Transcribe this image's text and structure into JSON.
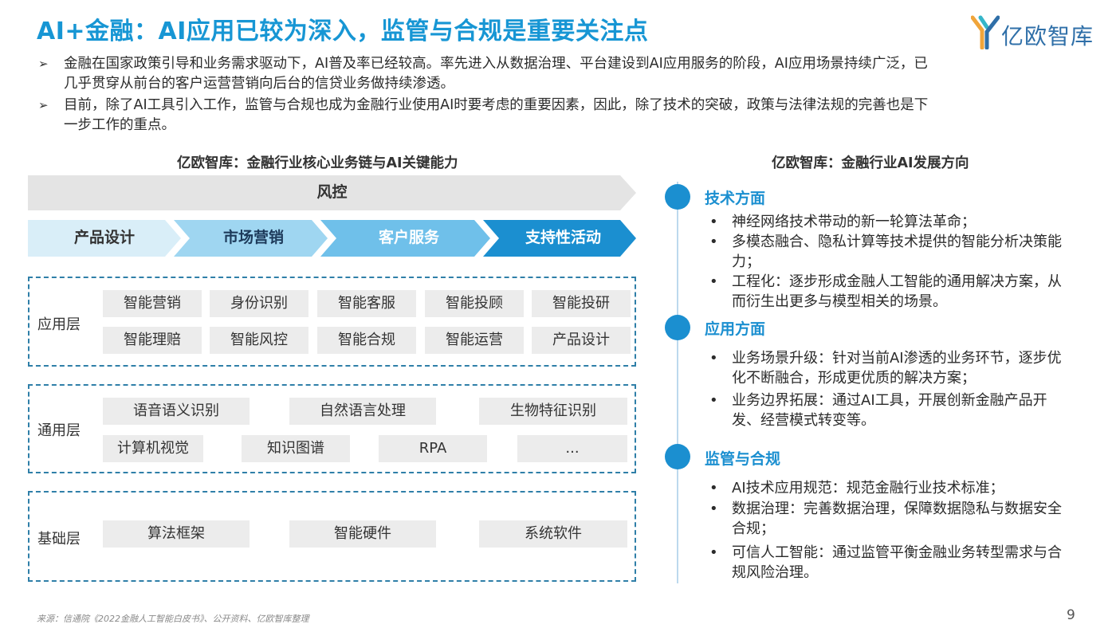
{
  "title": "AI+金融：AI应用已较为深入，监管与合规是重要关注点",
  "logo": {
    "text": "亿欧智库",
    "icon": "yiou-logo-icon"
  },
  "bullets": [
    {
      "line1": "金融在国家政策引导和业务需求驱动下，AI普及率已经较高。率先进入从数据治理、平台建设到AI应用服务的阶段，AI应用场景持续广泛，已",
      "line2": "几乎贯穿从前台的客户运营营销向后台的信贷业务做持续渗透。"
    },
    {
      "line1": "目前，除了AI工具引入工作，监管与合规也成为金融行业使用AI时要考虑的重要因素，因此，除了技术的突破，政策与法律法规的完善也是下",
      "line2": "一步工作的重点。"
    }
  ],
  "bullet_marker": "➢",
  "left_chart": {
    "title": "亿欧智库：金融行业核心业务链与AI关键能力",
    "banner": "风控",
    "chain": [
      "产品设计",
      "市场营销",
      "客户服务",
      "支持性活动"
    ],
    "application_layer": {
      "name": "应用层",
      "row1": [
        "智能营销",
        "身份识别",
        "智能客服",
        "智能投顾",
        "智能投研"
      ],
      "row2": [
        "智能理赔",
        "智能风控",
        "智能合规",
        "智能运营",
        "产品设计"
      ]
    },
    "general_layer": {
      "name": "通用层",
      "row1": [
        "语音语义识别",
        "自然语言处理",
        "生物特征识别"
      ],
      "row2": [
        "计算机视觉",
        "知识图谱",
        "RPA",
        "..."
      ]
    },
    "base_layer": {
      "name": "基础层",
      "row1": [
        "算法框架",
        "智能硬件",
        "系统软件"
      ]
    }
  },
  "right_panel": {
    "title": "亿欧智库：金融行业AI发展方向",
    "bullet_dot": "•",
    "sections": [
      {
        "heading": "技术方面",
        "items": [
          "神经网络技术带动的新一轮算法革命；",
          "多模态融合、隐私计算等技术提供的智能分析决策能力；",
          "工程化：逐步形成金融人工智能的通用解决方案，从而衍生出更多与模型相关的场景。"
        ]
      },
      {
        "heading": "应用方面",
        "items": [
          "业务场景升级：针对当前AI渗透的业务环节，逐步优化不断融合，形成更优质的解决方案；",
          "业务边界拓展：通过AI工具，开展创新金融产品开发、经营模式转变等。"
        ]
      },
      {
        "heading": "监管与合规",
        "items": [
          "AI技术应用规范：规范金融行业技术标准；",
          "数据治理：完善数据治理，保障数据隐私与数据安全合规；",
          "可信人工智能：通过监管平衡金融业务转型需求与合规风险治理。"
        ]
      }
    ]
  },
  "source": "来源：信通院《2022金融人工智能白皮书》、公开资料、亿欧智库整理",
  "page_number": "9",
  "colors": {
    "accent": "#1796d4",
    "chain_light": "#d6ecf7",
    "chain_mid": "#8fcdee",
    "chain_dark": "#1b8fd0",
    "banner": "#e4e4e4",
    "dash": "#2f7fa8"
  }
}
